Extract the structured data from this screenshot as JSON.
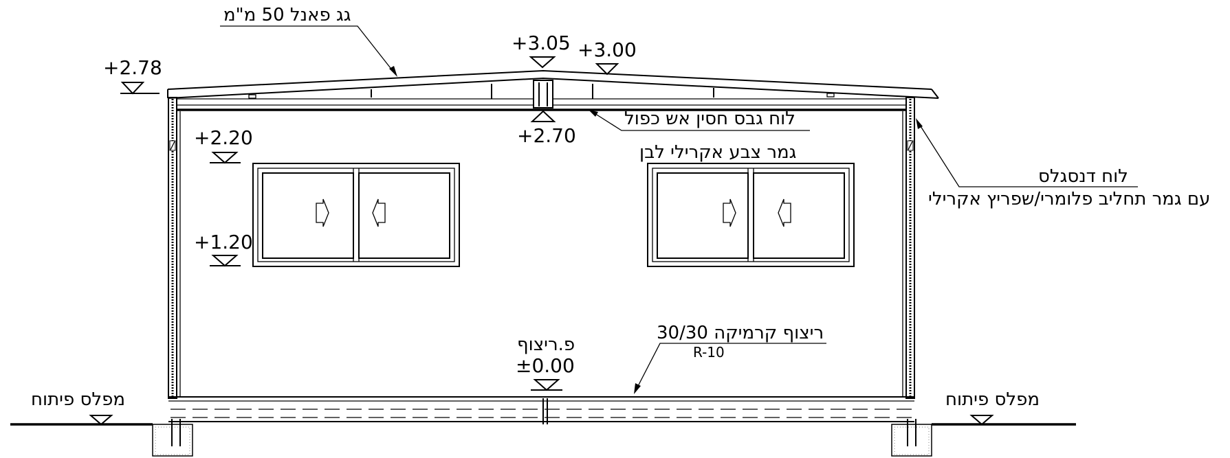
{
  "labels": {
    "roof_panel": "גג פאנל 50 מ\"מ",
    "gypsum_board": "לוח גבס חסין אש כפול",
    "paint_finish": "גמר צבע אקרילי לבן",
    "sandwich_panel": "לוח דנסגלס",
    "sandwich_finish": "עם גמר תחליב פלומרי/שפריץ אקרילי",
    "ceramic_floor": "ריצוף קרמיקה 30/30",
    "floor_rating": "R-10",
    "floor_level_label": "פ.ריצוף",
    "dev_level_left": "מפלס פיתוח",
    "dev_level_right": "מפלס פיתוח"
  },
  "elevations": {
    "ridge": "+3.05",
    "ridge_right": "+3.00",
    "eave": "+2.78",
    "ceiling": "+2.70",
    "window_top": "+2.20",
    "window_sill": "+1.20",
    "floor": "±0.00"
  }
}
